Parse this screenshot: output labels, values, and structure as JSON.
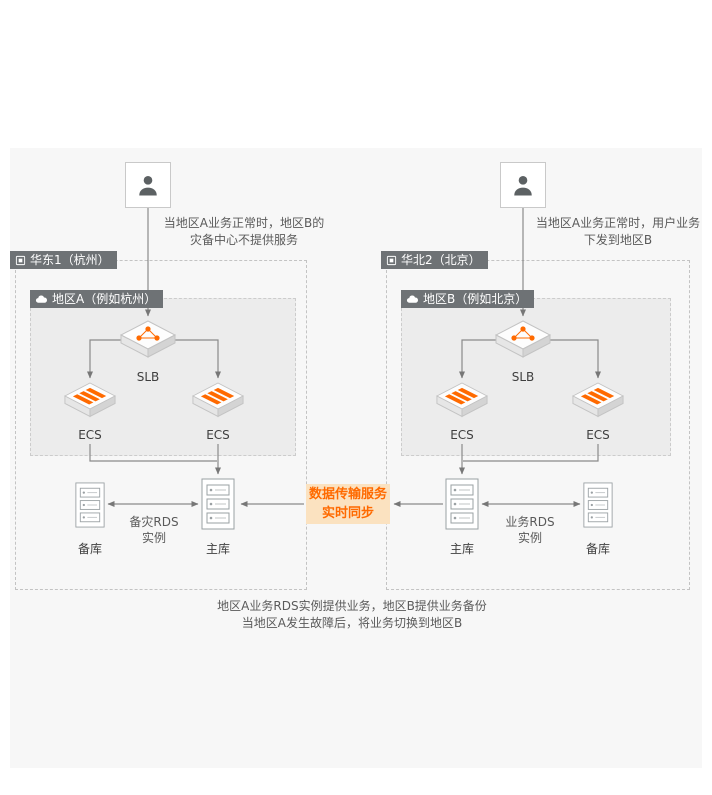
{
  "diagram": {
    "left": {
      "zone_label": "华东1（杭州）",
      "region_label": "地区A（例如杭州）",
      "user_note_line1": "当地区A业务正常时，地区B的",
      "user_note_line2": "灾备中心不提供服务",
      "slb_label": "SLB",
      "ecs_left_label": "ECS",
      "ecs_right_label": "ECS",
      "db_left_label": "备库",
      "db_right_label": "主库",
      "rds_note_line1": "备灾RDS",
      "rds_note_line2": "实例"
    },
    "right": {
      "zone_label": "华北2（北京）",
      "region_label": "地区B（例如北京）",
      "user_note_line1": "当地区A业务正常时，用户业务",
      "user_note_line2": "下发到地区B",
      "slb_label": "SLB",
      "ecs_left_label": "ECS",
      "ecs_right_label": "ECS",
      "db_left_label": "主库",
      "db_right_label": "备库",
      "rds_note_line1": "业务RDS",
      "rds_note_line2": "实例"
    },
    "sync_label_line1": "数据传输服务",
    "sync_label_line2": "实时同步",
    "bottom_note_line1": "地区A业务RDS实例提供业务，地区B提供业务备份",
    "bottom_note_line2": "当地区A发生故障后，将业务切换到地区B",
    "colors": {
      "accent_orange": "#ff6a00",
      "sync_highlight_bg": "#fbe2c0",
      "badge_bg": "#6e7275",
      "panel_bg": "#f7f7f7",
      "region_fill": "#ececec",
      "line_gray": "#8a8a8a"
    }
  }
}
